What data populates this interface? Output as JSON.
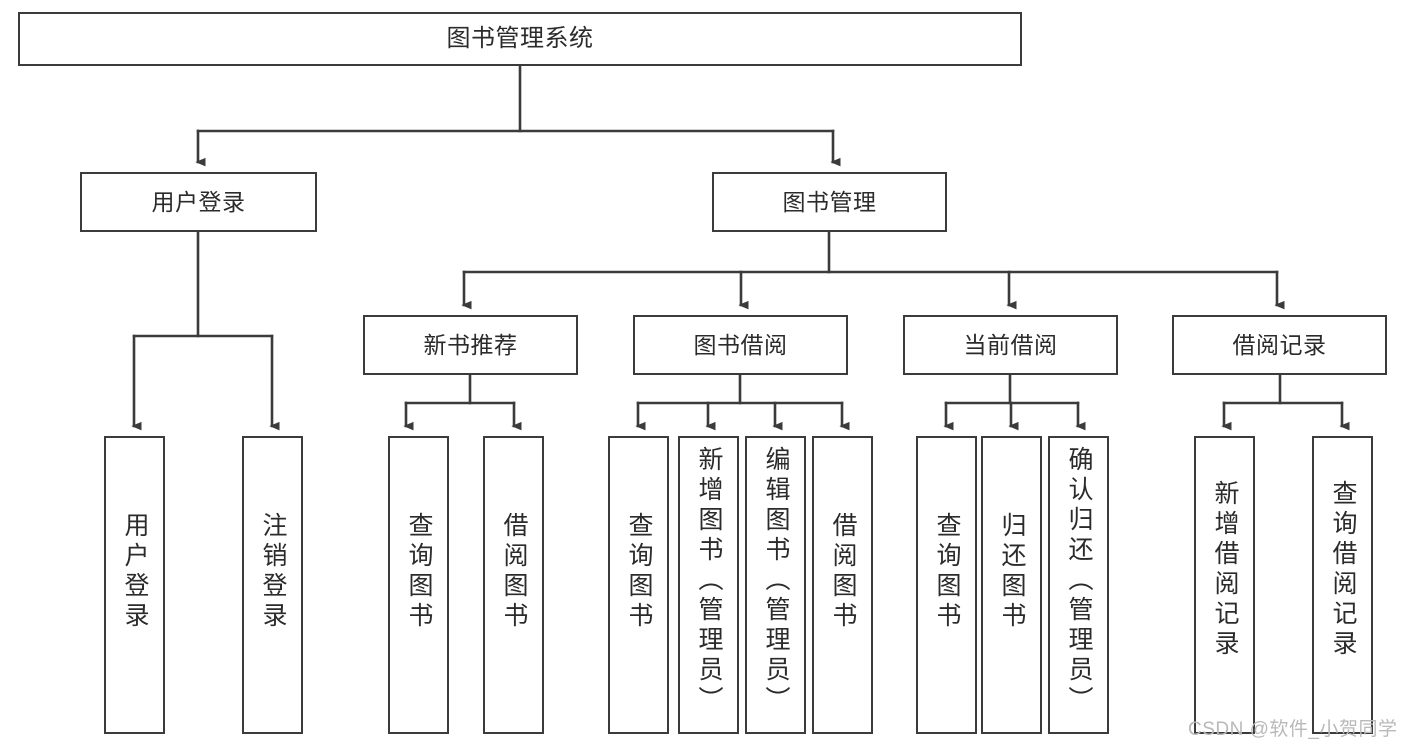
{
  "diagram": {
    "type": "tree",
    "title": "图书管理系统",
    "root": {
      "label": "图书管理系统"
    },
    "level2": [
      {
        "label": "用户登录"
      },
      {
        "label": "图书管理"
      }
    ],
    "level3": [
      {
        "label": "新书推荐"
      },
      {
        "label": "图书借阅"
      },
      {
        "label": "当前借阅"
      },
      {
        "label": "借阅记录"
      }
    ],
    "leaves": {
      "user_login": [
        {
          "label": "用户登录"
        },
        {
          "label": "注销登录"
        }
      ],
      "new_book_recommend": [
        {
          "label": "查询图书"
        },
        {
          "label": "借阅图书"
        }
      ],
      "book_borrow": [
        {
          "label": "查询图书"
        },
        {
          "label": "新增图书（管理员）"
        },
        {
          "label": "编辑图书（管理员）"
        },
        {
          "label": "借阅图书"
        }
      ],
      "current_borrow": [
        {
          "label": "查询图书"
        },
        {
          "label": "归还图书"
        },
        {
          "label": "确认归还（管理员）"
        }
      ],
      "borrow_record": [
        {
          "label": "新增借阅记录"
        },
        {
          "label": "查询借阅记录"
        }
      ]
    }
  },
  "watermark": {
    "text": "CSDN @软件_小贺同学"
  },
  "colors": {
    "stroke": "#3b3b3b",
    "box_fill": "#ffffff",
    "text": "#2b2b2b",
    "watermark": "#b9b9b9",
    "background": "#ffffff"
  }
}
